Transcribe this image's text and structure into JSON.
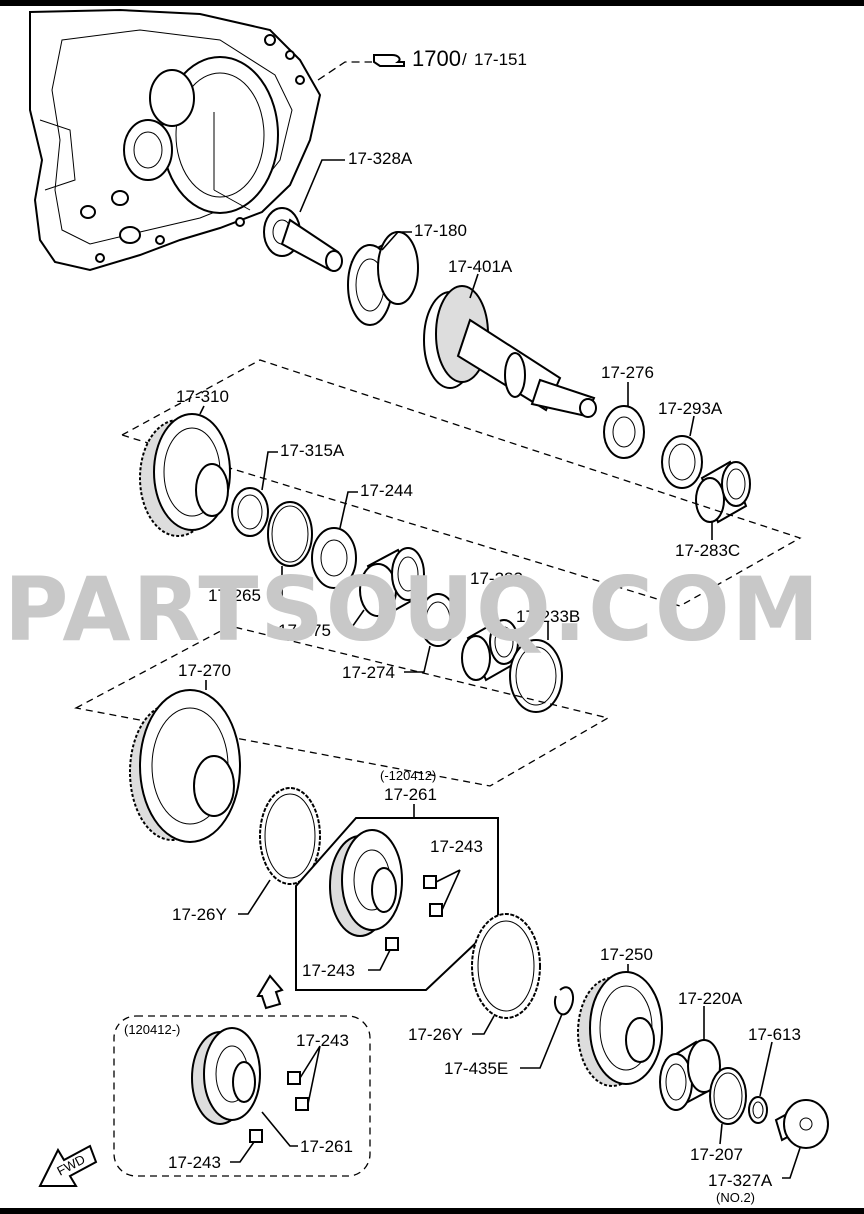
{
  "watermark": "PARTSOUQ.COM",
  "reference": {
    "main": "1700",
    "separator": "/",
    "sub": "17-151"
  },
  "labels": {
    "p328A": "17-328A",
    "p180": "17-180",
    "p401A": "17-401A",
    "p276": "17-276",
    "p293A": "17-293A",
    "p310": "17-310",
    "p315A": "17-315A",
    "p244": "17-244",
    "p283C": "17-283C",
    "p265": "17-265",
    "p283": "17-283",
    "p275": "17-275",
    "p233B": "17-233B",
    "p274": "17-274",
    "p270": "17-270",
    "p261_note": "(-120412)",
    "p261": "17-261",
    "p243_a": "17-243",
    "p26Y_a": "17-26Y",
    "p243_b": "17-243",
    "p250": "17-250",
    "p220A": "17-220A",
    "p613": "17-613",
    "p26Y_b": "17-26Y",
    "p435E": "17-435E",
    "box2_note": "(120412-)",
    "p243_c": "17-243",
    "p261_b": "17-261",
    "p243_d": "17-243",
    "p207": "17-207",
    "p327A": "17-327A",
    "p327A_note": "(NO.2)",
    "fwd": "FWD"
  },
  "colors": {
    "line": "#000000",
    "watermark": "#c8c8c8",
    "background": "#ffffff"
  }
}
